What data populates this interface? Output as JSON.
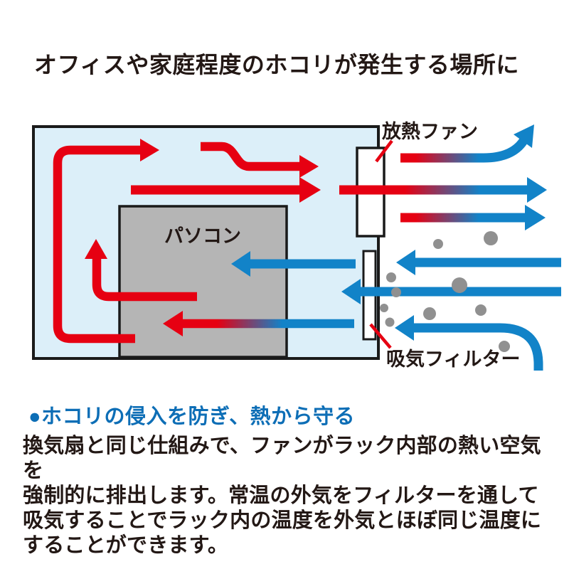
{
  "title": "オフィスや家庭程度のホコリが発生する場所に",
  "diagram": {
    "pc_label": "パソコン",
    "fan_label": "放熱ファン",
    "filter_label": "吸気フィルター",
    "colors": {
      "hot_air": "#e60012",
      "cool_air": "#1283c8",
      "rack_fill": "#dceff9",
      "rack_border": "#1a1a1a",
      "pc_fill": "#b5b5b5",
      "dust": "#909090",
      "vent_fill": "#ffffff"
    }
  },
  "section": {
    "heading": "●ホコリの侵入を防ぎ、熱から守る",
    "heading_color": "#0d6eb6",
    "body": "換気扇と同じ仕組みで、ファンがラック内部の熱い空気を\n強制的に排出します。常温の外気をフィルターを通して\n吸気することでラック内の温度を外気とほぼ同じ温度に\nすることができます。"
  }
}
